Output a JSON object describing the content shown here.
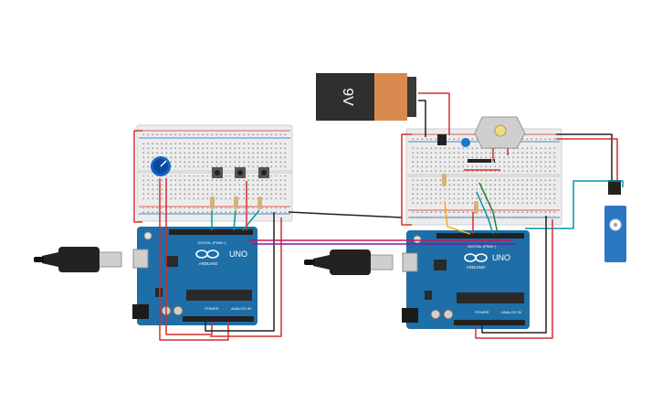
{
  "battery": {
    "label": "9V"
  },
  "arduino_left": {
    "brand": "ARDUINO",
    "model": "UNO",
    "digital_header": "DIGITAL (PWM~)",
    "power_header": "POWER",
    "analog_header": "ANALOG IN"
  },
  "arduino_right": {
    "brand": "ARDUINO",
    "model": "UNO",
    "digital_header": "DIGITAL (PWM~)",
    "power_header": "POWER",
    "analog_header": "ANALOG IN"
  },
  "colors": {
    "board": "#1e6ea7",
    "breadboard": "#ececec",
    "wire_red": "#d32f2f",
    "wire_black": "#212121",
    "wire_magenta": "#c2185b",
    "wire_purple": "#7b1fa2",
    "wire_teal": "#0097a7",
    "wire_green": "#2e7d32",
    "wire_yellow": "#f9a825",
    "battery_orange": "#d98a4e",
    "servo_blue": "#2b78c2"
  },
  "icons": [
    "usb-cable-icon",
    "potentiometer-icon",
    "pushbutton-icon",
    "resistor-icon",
    "transistor-icon",
    "capacitor-icon",
    "diode-icon",
    "dc-motor-icon",
    "servo-motor-icon",
    "battery-9v-icon"
  ]
}
